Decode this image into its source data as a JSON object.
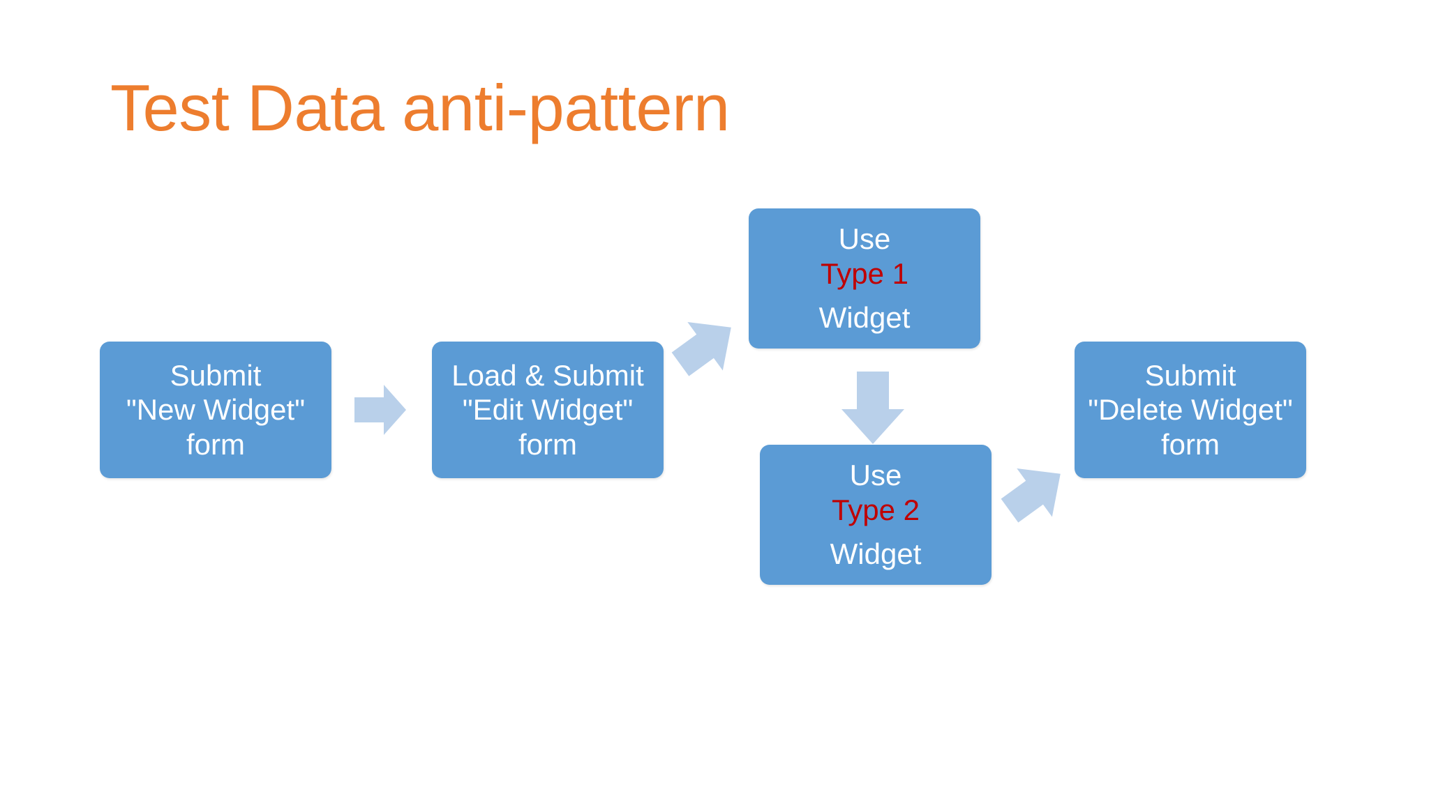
{
  "slide": {
    "title": "Test Data anti-pattern",
    "background_color": "#FFFFFF",
    "title_color": "#ED7D2E"
  },
  "theme": {
    "box_fill": "#5B9BD5",
    "box_text_color": "#FFFFFF",
    "highlight_text_color": "#C00000",
    "arrow_fill": "#B9D0EA"
  },
  "diagram": {
    "type": "flowchart",
    "nodes": [
      {
        "id": "new-widget",
        "name": "submit-new-widget-box",
        "lines": [
          "Submit",
          "\"New Widget\"",
          "form"
        ]
      },
      {
        "id": "edit-widget",
        "name": "load-submit-edit-widget-box",
        "lines": [
          "Load & Submit",
          "\"Edit Widget\"",
          "form"
        ]
      },
      {
        "id": "type-1",
        "name": "use-type-1-widget-box",
        "lines": [
          "Use",
          "Type 1",
          "Widget"
        ],
        "highlight_line": "Type 1"
      },
      {
        "id": "type-2",
        "name": "use-type-2-widget-box",
        "lines": [
          "Use",
          "Type 2",
          "Widget"
        ],
        "highlight_line": "Type 2"
      },
      {
        "id": "delete-widget",
        "name": "submit-delete-widget-box",
        "lines": [
          "Submit",
          "\"Delete Widget\"",
          "form"
        ]
      }
    ],
    "arrows": [
      {
        "id": "a1",
        "from": "new-widget",
        "to": "edit-widget",
        "direction": "right"
      },
      {
        "id": "a2",
        "from": "edit-widget",
        "to": "type-1",
        "direction": "up-right"
      },
      {
        "id": "a3",
        "from": "type-1",
        "to": "type-2",
        "direction": "down"
      },
      {
        "id": "a4",
        "from": "type-2",
        "to": "delete-widget",
        "direction": "up-right"
      }
    ]
  }
}
